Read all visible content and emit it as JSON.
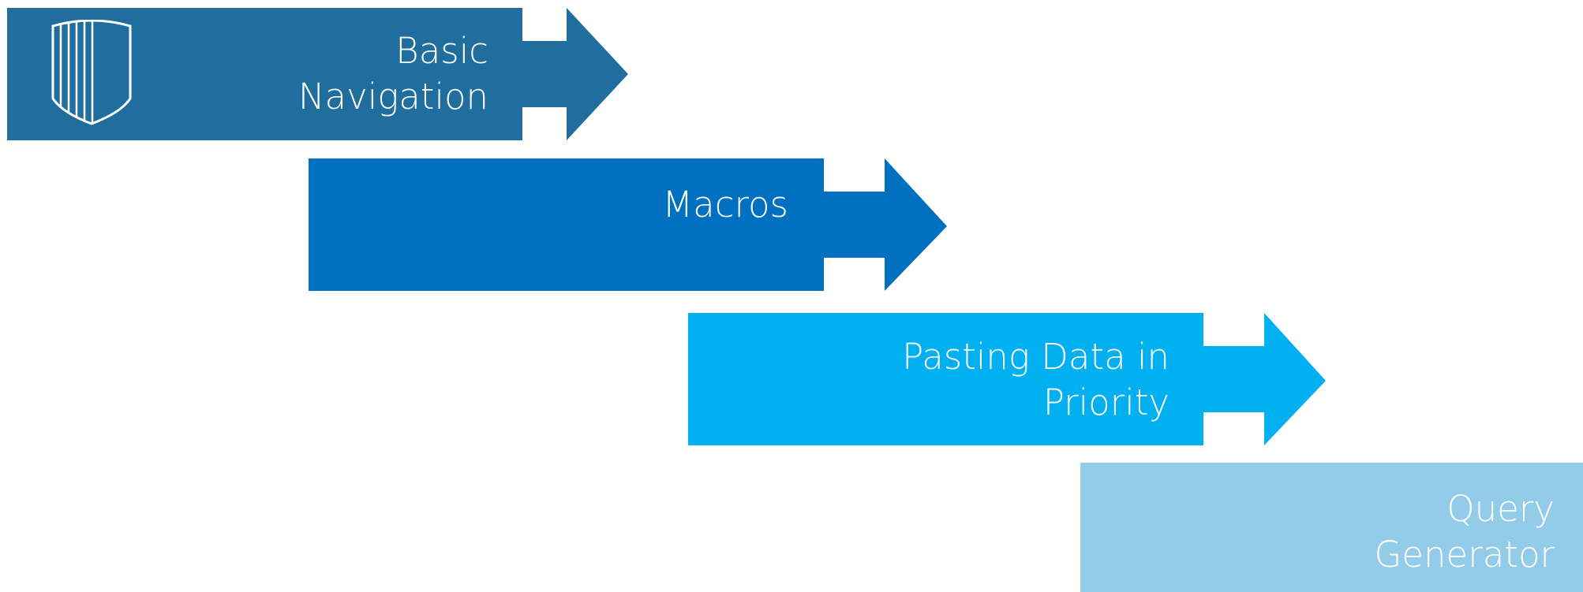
{
  "steps": [
    {
      "id": "basic-navigation",
      "lines": [
        "Basic",
        "Navigation"
      ],
      "color": "#1f6e9e"
    },
    {
      "id": "macros",
      "lines": [
        "Macros"
      ],
      "color": "#0070c0"
    },
    {
      "id": "pasting-data",
      "lines": [
        "Pasting Data in",
        "Priority"
      ],
      "color": "#00b0f0"
    },
    {
      "id": "query-generator",
      "lines": [
        "Query",
        "Generator"
      ],
      "color": "#93cce9"
    }
  ],
  "logo": {
    "icon": "shield-icon"
  }
}
